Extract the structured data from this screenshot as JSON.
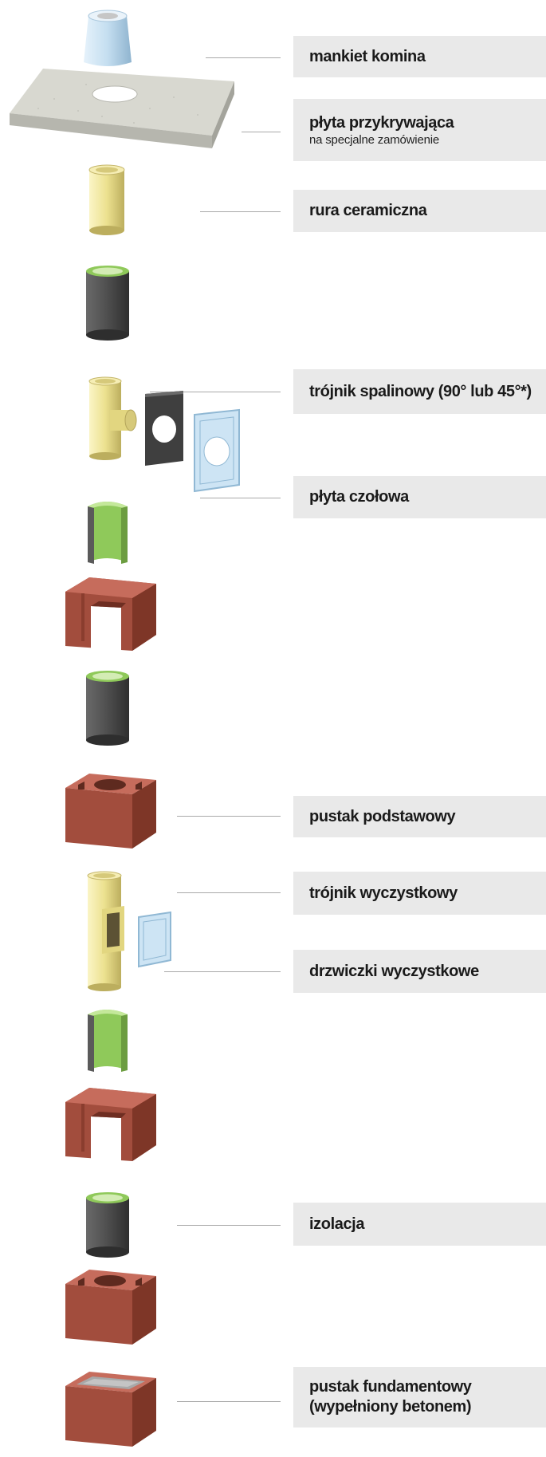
{
  "labels": {
    "mankiet": "mankiet komina",
    "plyta_przykrywajaca": "płyta przykrywająca",
    "plyta_przykrywajaca_note": "na specjalne zamówienie",
    "rura": "rura ceramiczna",
    "trojnik_spalinowy": "trójnik spalinowy (90° lub 45°*)",
    "plyta_czolowa": "płyta czołowa",
    "pustak_podstawowy": "pustak podstawowy",
    "trojnik_wyczystkowy": "trójnik wyczystkowy",
    "drzwiczki": "drzwiczki wyczystkowe",
    "izolacja": "izolacja",
    "pustak_fundamentowy_1": "pustak fundamentowy",
    "pustak_fundamentowy_2": "(wypełniony betonem)"
  },
  "colors": {
    "label_background": "#e9e9e9",
    "leader_line": "#a9a9a9",
    "brick": "#a24d3d",
    "ceramic": "#ece18f",
    "insulation": "#4e4e4e",
    "insulation_inner": "#8fc95a",
    "cover_slab": "#d4d4cc",
    "cap": "#bcd8ea"
  }
}
